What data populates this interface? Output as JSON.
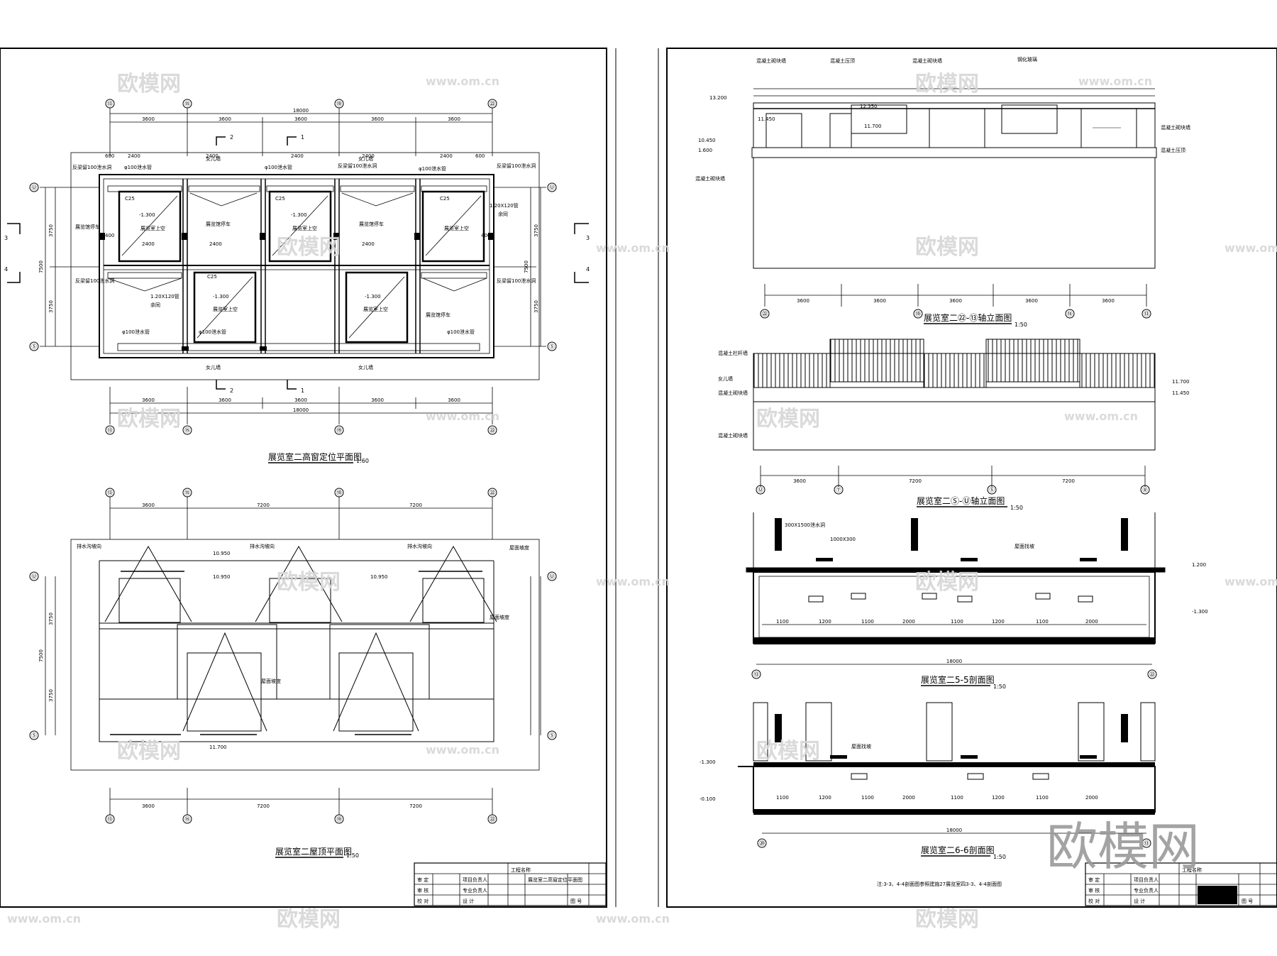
{
  "watermark": {
    "brand": "欧模网",
    "site": "www.om.cn",
    "corner_logo": "欧模网"
  },
  "left_sheet": {
    "plan_top": {
      "title": "展览室二高窗定位平面图",
      "scale": "1:60",
      "axes_top": [
        "⑬",
        "⑮",
        "⑲",
        "㉒"
      ],
      "axes_side": [
        "Ⓤ",
        "Ⓢ"
      ],
      "dims_top": [
        "3600",
        "3600",
        "3600",
        "3600",
        "3600"
      ],
      "total": "18000",
      "dims_side": [
        "3750",
        "7500",
        "3750"
      ],
      "section_marks": [
        "2",
        "1",
        "3",
        "4"
      ],
      "labels": [
        "C25",
        "-1.300",
        "展览室上空",
        "展览馆停车",
        "反梁留100泄水洞",
        "φ100泄水管",
        "1.20X120管",
        "余同",
        "女儿墙",
        "2400",
        "400",
        "600"
      ]
    },
    "plan_bottom": {
      "title": "展览室二屋顶平面图",
      "scale": "1:50",
      "dims_top": [
        "3600",
        "7200",
        "7200"
      ],
      "labels": [
        "排水沟坡向",
        "10.950",
        "11.700",
        "屋面坡度"
      ]
    },
    "title_block": {
      "rows": [
        "审 定",
        "审 核",
        "校 对",
        "项目负责人",
        "专业负责人",
        "设 计"
      ],
      "project": "工程名称",
      "drawing": "展览室二高窗定位平面图",
      "no_label": "图 号"
    }
  },
  "right_sheet": {
    "elev_1": {
      "title": "展览室二㉒-⑬轴立面图",
      "scale": "1:50",
      "axes": [
        "㉒",
        "⑲",
        "⑮",
        "⑬"
      ],
      "dims": [
        "3600",
        "3600",
        "3600",
        "3600",
        "3600"
      ],
      "levels": [
        "13.200",
        "12.350",
        "11.700",
        "11.450",
        "10.450",
        "1.600"
      ],
      "labels": [
        "混凝土砌块墙",
        "混凝土压顶",
        "钢化玻璃"
      ]
    },
    "elev_2": {
      "title": "展览室二Ⓢ-Ⓤ轴立面图",
      "scale": "1:50",
      "axes": [
        "Ⓤ",
        "Ⓣ",
        "Ⓢ",
        "Ⓡ"
      ],
      "dims": [
        "3600",
        "7200",
        "7200"
      ],
      "levels": [
        "11.700",
        "11.450"
      ],
      "labels": [
        "混凝土栏杆墙",
        "女儿墙",
        "混凝土砌块墙"
      ]
    },
    "section_5": {
      "title": "展览室二5-5剖面图",
      "scale": "1:50",
      "total": "18000",
      "axes": [
        "⑬",
        "㉒"
      ],
      "dims": [
        "1100",
        "1200",
        "1100",
        "2000",
        "1100",
        "1200",
        "1100",
        "2000"
      ],
      "labels": [
        "300X1500泄水洞",
        "1000X300",
        "屋面找坡",
        "-1.300",
        "1.200"
      ]
    },
    "section_6": {
      "title": "展览室二6-6剖面图",
      "scale": "1:50",
      "total": "18000",
      "axes": [
        "⑳",
        "⑬"
      ],
      "dims": [
        "1100",
        "1200",
        "1100",
        "2000",
        "1100",
        "1200",
        "1100",
        "2000"
      ],
      "labels": [
        "-1.300",
        "-0.100",
        "屋面找坡"
      ]
    },
    "note": "注:3-3、4-4剖面图参照建施27展览室四3-3、4-4剖面图",
    "title_block": {
      "rows": [
        "审 定",
        "审 核",
        "校 对",
        "项目负责人",
        "专业负责人",
        "设 计"
      ],
      "project": "工程名称",
      "no_label": "图 号"
    }
  }
}
